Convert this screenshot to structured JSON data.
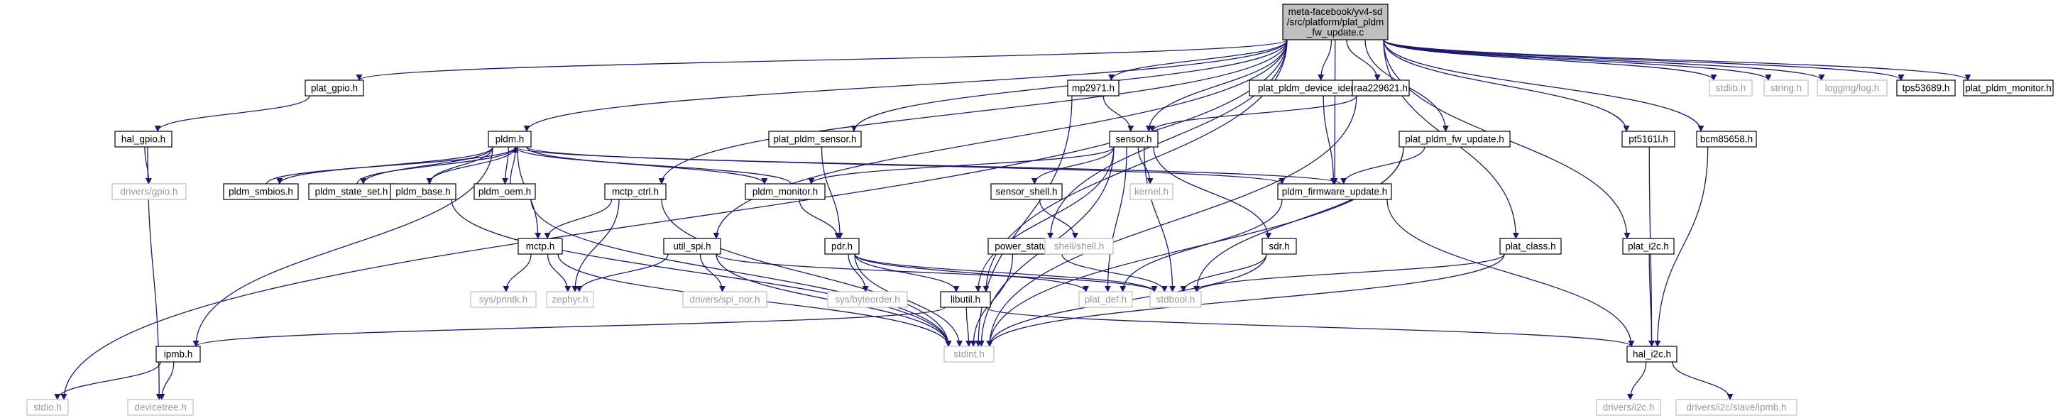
{
  "diagram": {
    "title": "",
    "edge_color": "#191970",
    "root_fill": "#bfbfbf",
    "missing_text_color": "#9a9a9a",
    "nodes": [
      {
        "id": "root",
        "lines": [
          "meta-facebook/yv4-sd",
          "/src/platform/plat_pldm",
          "_fw_update.c"
        ],
        "kind": "root"
      },
      {
        "id": "stdio_h",
        "lines": [
          "stdio.h"
        ],
        "kind": "missing"
      },
      {
        "id": "plat_gpio_h",
        "lines": [
          "plat_gpio.h"
        ],
        "kind": "header"
      },
      {
        "id": "hal_gpio_h",
        "lines": [
          "hal_gpio.h"
        ],
        "kind": "header"
      },
      {
        "id": "drivers_gpio_h",
        "lines": [
          "drivers/gpio.h"
        ],
        "kind": "missing"
      },
      {
        "id": "devicetree_h",
        "lines": [
          "devicetree.h"
        ],
        "kind": "missing"
      },
      {
        "id": "pldm_h",
        "lines": [
          "pldm.h"
        ],
        "kind": "header"
      },
      {
        "id": "pldm_smbios_h",
        "lines": [
          "pldm_smbios.h"
        ],
        "kind": "header"
      },
      {
        "id": "pldm_state_set_h",
        "lines": [
          "pldm_state_set.h"
        ],
        "kind": "header"
      },
      {
        "id": "pldm_base_h",
        "lines": [
          "pldm_base.h"
        ],
        "kind": "header"
      },
      {
        "id": "pldm_oem_h",
        "lines": [
          "pldm_oem.h"
        ],
        "kind": "header"
      },
      {
        "id": "ipmb_h",
        "lines": [
          "ipmb.h"
        ],
        "kind": "header"
      },
      {
        "id": "mctp_h",
        "lines": [
          "mctp.h"
        ],
        "kind": "header"
      },
      {
        "id": "sys_printk_h",
        "lines": [
          "sys/printk.h"
        ],
        "kind": "missing"
      },
      {
        "id": "zephyr_h",
        "lines": [
          "zephyr.h"
        ],
        "kind": "missing"
      },
      {
        "id": "mctp_ctrl_h",
        "lines": [
          "mctp_ctrl.h"
        ],
        "kind": "header"
      },
      {
        "id": "plat_pldm_sensor_h",
        "lines": [
          "plat_pldm_sensor.h"
        ],
        "kind": "header"
      },
      {
        "id": "pldm_monitor_h",
        "lines": [
          "pldm_monitor.h"
        ],
        "kind": "header"
      },
      {
        "id": "util_spi_h",
        "lines": [
          "util_spi.h"
        ],
        "kind": "header"
      },
      {
        "id": "drivers_spi_nor_h",
        "lines": [
          "drivers/spi_nor.h"
        ],
        "kind": "missing"
      },
      {
        "id": "mp2971_h",
        "lines": [
          "mp2971.h"
        ],
        "kind": "header"
      },
      {
        "id": "pdr_h",
        "lines": [
          "pdr.h"
        ],
        "kind": "header"
      },
      {
        "id": "sys_byteorder_h",
        "lines": [
          "sys/byteorder.h"
        ],
        "kind": "missing"
      },
      {
        "id": "libutil_h",
        "lines": [
          "libutil.h"
        ],
        "kind": "header"
      },
      {
        "id": "stdint_h",
        "lines": [
          "stdint.h"
        ],
        "kind": "missing"
      },
      {
        "id": "power_status_h",
        "lines": [
          "power_status.h"
        ],
        "kind": "header"
      },
      {
        "id": "sensor_h",
        "lines": [
          "sensor.h"
        ],
        "kind": "header"
      },
      {
        "id": "sensor_shell_h",
        "lines": [
          "sensor_shell.h"
        ],
        "kind": "header"
      },
      {
        "id": "shell_shell_h",
        "lines": [
          "shell/shell.h"
        ],
        "kind": "missing"
      },
      {
        "id": "kernel_h",
        "lines": [
          "kernel.h"
        ],
        "kind": "missing"
      },
      {
        "id": "plat_def_h",
        "lines": [
          "plat_def.h"
        ],
        "kind": "missing"
      },
      {
        "id": "stdbool_h",
        "lines": [
          "stdbool.h"
        ],
        "kind": "missing"
      },
      {
        "id": "sdr_h",
        "lines": [
          "sdr.h"
        ],
        "kind": "header"
      },
      {
        "id": "plat_pldm_device_identifier_h",
        "lines": [
          "plat_pldm_device_identifier.h"
        ],
        "kind": "header"
      },
      {
        "id": "pldm_firmware_update_h",
        "lines": [
          "pldm_firmware_update.h"
        ],
        "kind": "header"
      },
      {
        "id": "raa229621_h",
        "lines": [
          "raa229621.h"
        ],
        "kind": "header"
      },
      {
        "id": "plat_pldm_fw_update_h",
        "lines": [
          "plat_pldm_fw_update.h"
        ],
        "kind": "header"
      },
      {
        "id": "plat_class_h",
        "lines": [
          "plat_class.h"
        ],
        "kind": "header"
      },
      {
        "id": "hal_i2c_h",
        "lines": [
          "hal_i2c.h"
        ],
        "kind": "header"
      },
      {
        "id": "drivers_i2c_h",
        "lines": [
          "drivers/i2c.h"
        ],
        "kind": "missing"
      },
      {
        "id": "drivers_i2c_slave_ipmb_h",
        "lines": [
          "drivers/i2c/slave/ipmb.h"
        ],
        "kind": "missing"
      },
      {
        "id": "pt5161l_h",
        "lines": [
          "pt5161l.h"
        ],
        "kind": "header"
      },
      {
        "id": "plat_i2c_h",
        "lines": [
          "plat_i2c.h"
        ],
        "kind": "header"
      },
      {
        "id": "bcm85658_h",
        "lines": [
          "bcm85658.h"
        ],
        "kind": "header"
      },
      {
        "id": "stdlib_h",
        "lines": [
          "stdlib.h"
        ],
        "kind": "missing"
      },
      {
        "id": "string_h",
        "lines": [
          "string.h"
        ],
        "kind": "missing"
      },
      {
        "id": "logging_log_h",
        "lines": [
          "logging/log.h"
        ],
        "kind": "missing"
      },
      {
        "id": "tps53689_h",
        "lines": [
          "tps53689.h"
        ],
        "kind": "header"
      },
      {
        "id": "plat_pldm_monitor_h",
        "lines": [
          "plat_pldm_monitor.h"
        ],
        "kind": "header"
      }
    ],
    "edges": [
      [
        "root",
        "stdio_h"
      ],
      [
        "root",
        "plat_gpio_h"
      ],
      [
        "root",
        "pldm_h"
      ],
      [
        "root",
        "mctp_ctrl_h"
      ],
      [
        "root",
        "plat_pldm_sensor_h"
      ],
      [
        "root",
        "util_spi_h"
      ],
      [
        "root",
        "mp2971_h"
      ],
      [
        "root",
        "libutil_h"
      ],
      [
        "root",
        "power_status_h"
      ],
      [
        "root",
        "sensor_h"
      ],
      [
        "root",
        "plat_pldm_device_identifier_h"
      ],
      [
        "root",
        "pldm_firmware_update_h"
      ],
      [
        "root",
        "raa229621_h"
      ],
      [
        "root",
        "plat_pldm_fw_update_h"
      ],
      [
        "root",
        "plat_class_h"
      ],
      [
        "root",
        "pt5161l_h"
      ],
      [
        "root",
        "plat_i2c_h"
      ],
      [
        "root",
        "bcm85658_h"
      ],
      [
        "root",
        "stdlib_h"
      ],
      [
        "root",
        "string_h"
      ],
      [
        "root",
        "logging_log_h"
      ],
      [
        "root",
        "tps53689_h"
      ],
      [
        "root",
        "plat_pldm_monitor_h"
      ],
      [
        "plat_gpio_h",
        "hal_gpio_h"
      ],
      [
        "hal_gpio_h",
        "drivers_gpio_h"
      ],
      [
        "hal_gpio_h",
        "devicetree_h"
      ],
      [
        "pldm_h",
        "pldm_smbios_h"
      ],
      [
        "pldm_h",
        "pldm_state_set_h"
      ],
      [
        "pldm_h",
        "pldm_base_h"
      ],
      [
        "pldm_h",
        "pldm_oem_h"
      ],
      [
        "pldm_h",
        "ipmb_h"
      ],
      [
        "pldm_h",
        "mctp_h"
      ],
      [
        "pldm_h",
        "pldm_monitor_h"
      ],
      [
        "pldm_h",
        "pldm_firmware_update_h"
      ],
      [
        "pldm_smbios_h",
        "pldm_h"
      ],
      [
        "pldm_state_set_h",
        "pldm_h"
      ],
      [
        "pldm_base_h",
        "pldm_h"
      ],
      [
        "pldm_oem_h",
        "pldm_h"
      ],
      [
        "pldm_monitor_h",
        "pldm_h"
      ],
      [
        "pldm_firmware_update_h",
        "pldm_h"
      ],
      [
        "pldm_base_h",
        "stdint_h"
      ],
      [
        "pldm_oem_h",
        "stdint_h"
      ],
      [
        "ipmb_h",
        "stdio_h"
      ],
      [
        "ipmb_h",
        "devicetree_h"
      ],
      [
        "mctp_h",
        "sys_printk_h"
      ],
      [
        "mctp_h",
        "zephyr_h"
      ],
      [
        "mctp_h",
        "stdint_h"
      ],
      [
        "mctp_ctrl_h",
        "mctp_h"
      ],
      [
        "mctp_ctrl_h",
        "zephyr_h"
      ],
      [
        "mctp_ctrl_h",
        "stdint_h"
      ],
      [
        "plat_pldm_sensor_h",
        "pdr_h"
      ],
      [
        "pldm_monitor_h",
        "pdr_h"
      ],
      [
        "util_spi_h",
        "zephyr_h"
      ],
      [
        "util_spi_h",
        "drivers_spi_nor_h"
      ],
      [
        "util_spi_h",
        "stdint_h"
      ],
      [
        "util_spi_h",
        "stdbool_h"
      ],
      [
        "mp2971_h",
        "sensor_h"
      ],
      [
        "mp2971_h",
        "stdint_h"
      ],
      [
        "pdr_h",
        "sys_byteorder_h"
      ],
      [
        "pdr_h",
        "libutil_h"
      ],
      [
        "pdr_h",
        "stdint_h"
      ],
      [
        "pdr_h",
        "plat_def_h"
      ],
      [
        "pdr_h",
        "stdbool_h"
      ],
      [
        "libutil_h",
        "ipmb_h"
      ],
      [
        "libutil_h",
        "stdint_h"
      ],
      [
        "libutil_h",
        "hal_i2c_h"
      ],
      [
        "power_status_h",
        "stdint_h"
      ],
      [
        "power_status_h",
        "stdbool_h"
      ],
      [
        "sensor_h",
        "pldm_monitor_h"
      ],
      [
        "sensor_h",
        "libutil_h"
      ],
      [
        "sensor_h",
        "sensor_shell_h"
      ],
      [
        "sensor_h",
        "kernel_h"
      ],
      [
        "sensor_h",
        "plat_def_h"
      ],
      [
        "sensor_h",
        "stdbool_h"
      ],
      [
        "sensor_h",
        "sdr_h"
      ],
      [
        "sensor_h",
        "stdint_h"
      ],
      [
        "sensor_shell_h",
        "shell_shell_h"
      ],
      [
        "sdr_h",
        "stdint_h"
      ],
      [
        "sdr_h",
        "stdbool_h"
      ],
      [
        "plat_pldm_device_identifier_h",
        "pldm_firmware_update_h"
      ],
      [
        "pldm_firmware_update_h",
        "plat_def_h"
      ],
      [
        "pldm_firmware_update_h",
        "hal_i2c_h"
      ],
      [
        "raa229621_h",
        "sensor_h"
      ],
      [
        "raa229621_h",
        "stdint_h"
      ],
      [
        "plat_pldm_fw_update_h",
        "pldm_firmware_update_h"
      ],
      [
        "plat_pldm_fw_update_h",
        "stdint_h"
      ],
      [
        "plat_pldm_fw_update_h",
        "stdbool_h"
      ],
      [
        "plat_class_h",
        "stdbool_h"
      ],
      [
        "plat_class_h",
        "stdint_h"
      ],
      [
        "plat_i2c_h",
        "hal_i2c_h"
      ],
      [
        "pt5161l_h",
        "hal_i2c_h"
      ],
      [
        "bcm85658_h",
        "hal_i2c_h"
      ],
      [
        "hal_i2c_h",
        "drivers_i2c_h"
      ],
      [
        "hal_i2c_h",
        "drivers_i2c_slave_ipmb_h"
      ]
    ]
  }
}
